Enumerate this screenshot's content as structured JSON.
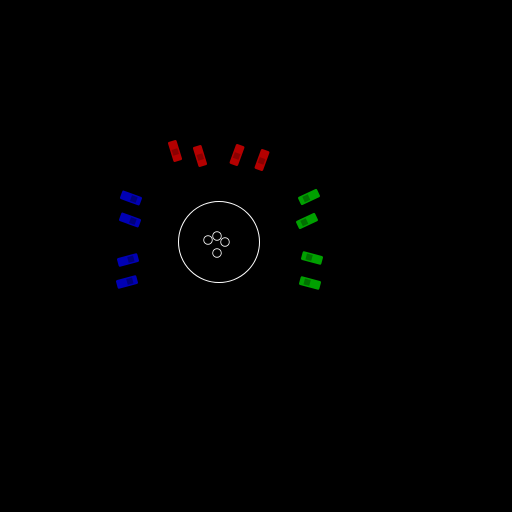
{
  "scene": {
    "background": "#000000",
    "stroke_color": "#ffffff",
    "team_colors": {
      "red": "#b40000",
      "blue": "#0000b4",
      "green": "#00a000"
    }
  },
  "center_ring": {
    "token_count": 4
  },
  "teams": [
    {
      "name": "red",
      "unit_count": 4
    },
    {
      "name": "blue",
      "unit_count": 4
    },
    {
      "name": "green",
      "unit_count": 4
    }
  ]
}
